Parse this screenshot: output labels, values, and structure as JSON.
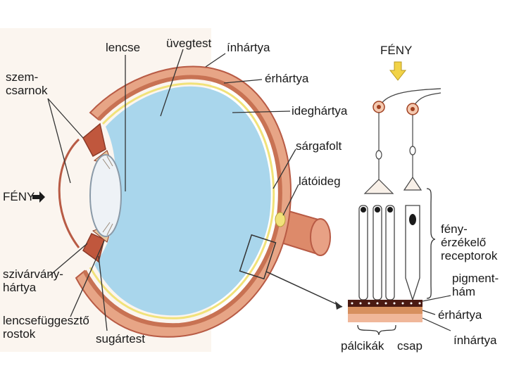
{
  "colors": {
    "background": "#ffffff",
    "figure_panel": "#fbf5ef",
    "vitreous": "#a9d6ec",
    "sclera": "#e7a586",
    "sclera_edge": "#b85b45",
    "choroid": "#c87253",
    "retina": "#f1e27a",
    "nerve": "#dd8a6a",
    "lens": "#eef2f6",
    "arrow": "#f2d347",
    "pigment_layer": "#4a1a12",
    "choroid_layer": "#d7905f",
    "sclera_layer": "#f0b79a"
  },
  "eye": {
    "lens": "lencse",
    "vitreous": "üvegtest",
    "sclera": "ínhártya",
    "choroid": "érhártya",
    "retina": "ideghártya",
    "macula": "sárgafolt",
    "optic_nerve": "látóideg",
    "eye_muscles": "szem-\ncsarnok",
    "light": "FÉNY",
    "iris": "szivárvány-\nhártya",
    "zonule": "lencsefüggesztő\nrostok",
    "ciliary": "sugártest"
  },
  "retina_detail": {
    "light": "FÉNY",
    "receptors": "fény-\nérzékelő\nreceptorok",
    "pigment": "pigment-\nhám",
    "choroid": "érhártya",
    "sclera": "ínhártya",
    "rods": "pálcikák",
    "cones": "csap"
  }
}
